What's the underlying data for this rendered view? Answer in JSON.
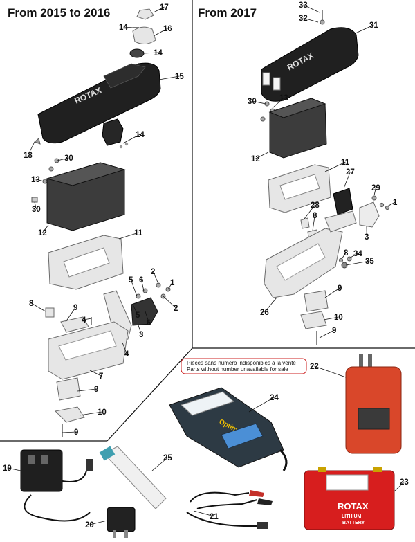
{
  "headers": {
    "left": "From 2015 to 2016",
    "right": "From 2017"
  },
  "notice": {
    "line1": "Pièces sans numéro indisponibles à la vente",
    "line2": "Parts without number unavailable for sale"
  },
  "brand_marks": {
    "cover_left": "ROTAX",
    "cover_right": "ROTAX",
    "charger": "Optimate",
    "battery_brand": "ROTAX",
    "battery_type": "LITHIUM",
    "battery_word": "BATTERY"
  },
  "callouts": {
    "left": [
      "17",
      "14",
      "16",
      "14",
      "15",
      "14",
      "18",
      "30",
      "13",
      "30",
      "12",
      "11",
      "2",
      "1",
      "5",
      "6",
      "2",
      "8",
      "9",
      "4",
      "6",
      "5",
      "3",
      "4",
      "7",
      "9",
      "10",
      "9"
    ],
    "right": [
      "33",
      "32",
      "31",
      "30",
      "13",
      "12",
      "11",
      "27",
      "29",
      "1",
      "28",
      "8",
      "3",
      "8",
      "34",
      "35",
      "9",
      "26",
      "10",
      "9"
    ],
    "bottom": [
      "22",
      "24",
      "19",
      "25",
      "23",
      "21",
      "20"
    ]
  },
  "colors": {
    "line": "#111111",
    "part_fill": "#e6e6e6",
    "part_stroke": "#6a6a6a",
    "dark_part": "#202020",
    "battery_body": "#3c3c3c",
    "notice_border": "#cc2222",
    "charger_body": "#2d3a44",
    "charger_accent": "#4b8fd6",
    "adapter_red": "#d9472a",
    "battery_red": "#d71e1e",
    "tube": "#f0f0f0",
    "tube_cap": "#3f9fb0"
  }
}
